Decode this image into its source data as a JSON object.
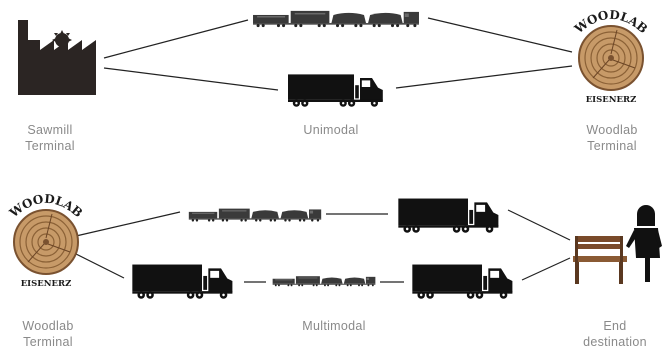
{
  "top": {
    "origin": {
      "line1": "Sawmill",
      "line2": "Terminal"
    },
    "mode": "Unimodal",
    "destination": {
      "line1": "Woodlab",
      "line2": "Terminal"
    }
  },
  "bottom": {
    "origin": {
      "line1": "Woodlab",
      "line2": "Terminal"
    },
    "mode": "Multimodal",
    "destination": {
      "line1": "End",
      "line2": "destination"
    }
  },
  "logo": {
    "arc_text": "WOODLAB",
    "base_text": "EISENERZ"
  },
  "colors": {
    "caption": "#8a8a8a",
    "line": "#222222",
    "silhouette": "#1a1a1a",
    "train": "#4a4a4a",
    "wood_ring": "#c79a68",
    "wood_ring_dark": "#7a5230",
    "bench": "#7a4a2a"
  }
}
